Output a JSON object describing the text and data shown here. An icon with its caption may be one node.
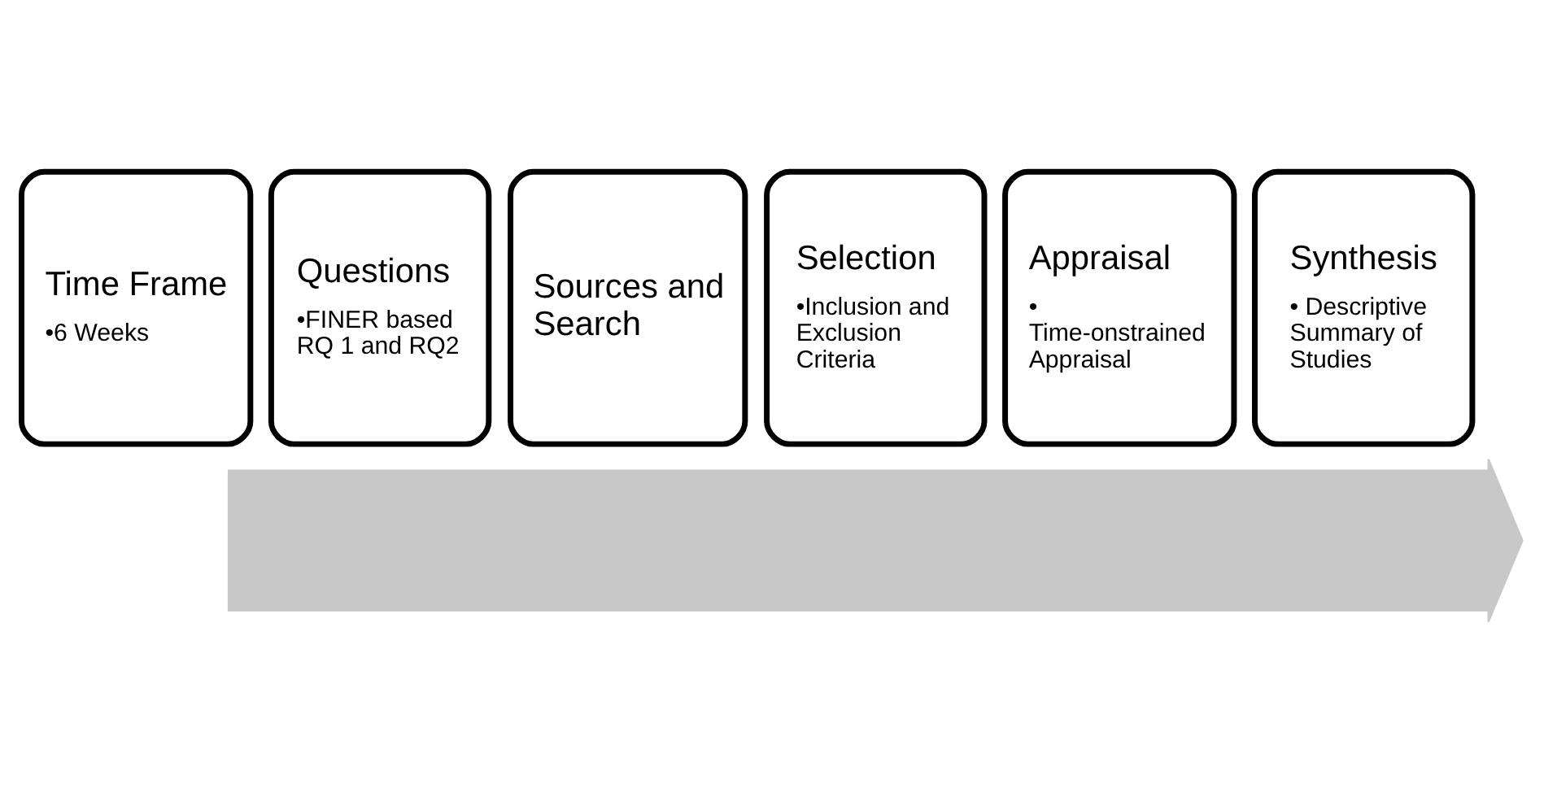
{
  "diagram": {
    "nodes": [
      {
        "text": [],
        "shape": "arrow"
      },
      {
        "text": [
          "Time Frame",
          "•6 Weeks"
        ]
      },
      {
        "text": [
          "Questions",
          "•FINER based RQ 1 and RQ2"
        ]
      },
      {
        "text": [
          "Sources and Search"
        ]
      },
      {
        "text": [
          "Selection",
          "•Inclusion and Exclusion Criteria"
        ]
      },
      {
        "text": [
          "Appraisal",
          "• Time-onstrained Appraisal"
        ]
      },
      {
        "text": [
          "Synthesis",
          "• Descriptive Summary of Studies"
        ]
      }
    ],
    "edges": []
  }
}
